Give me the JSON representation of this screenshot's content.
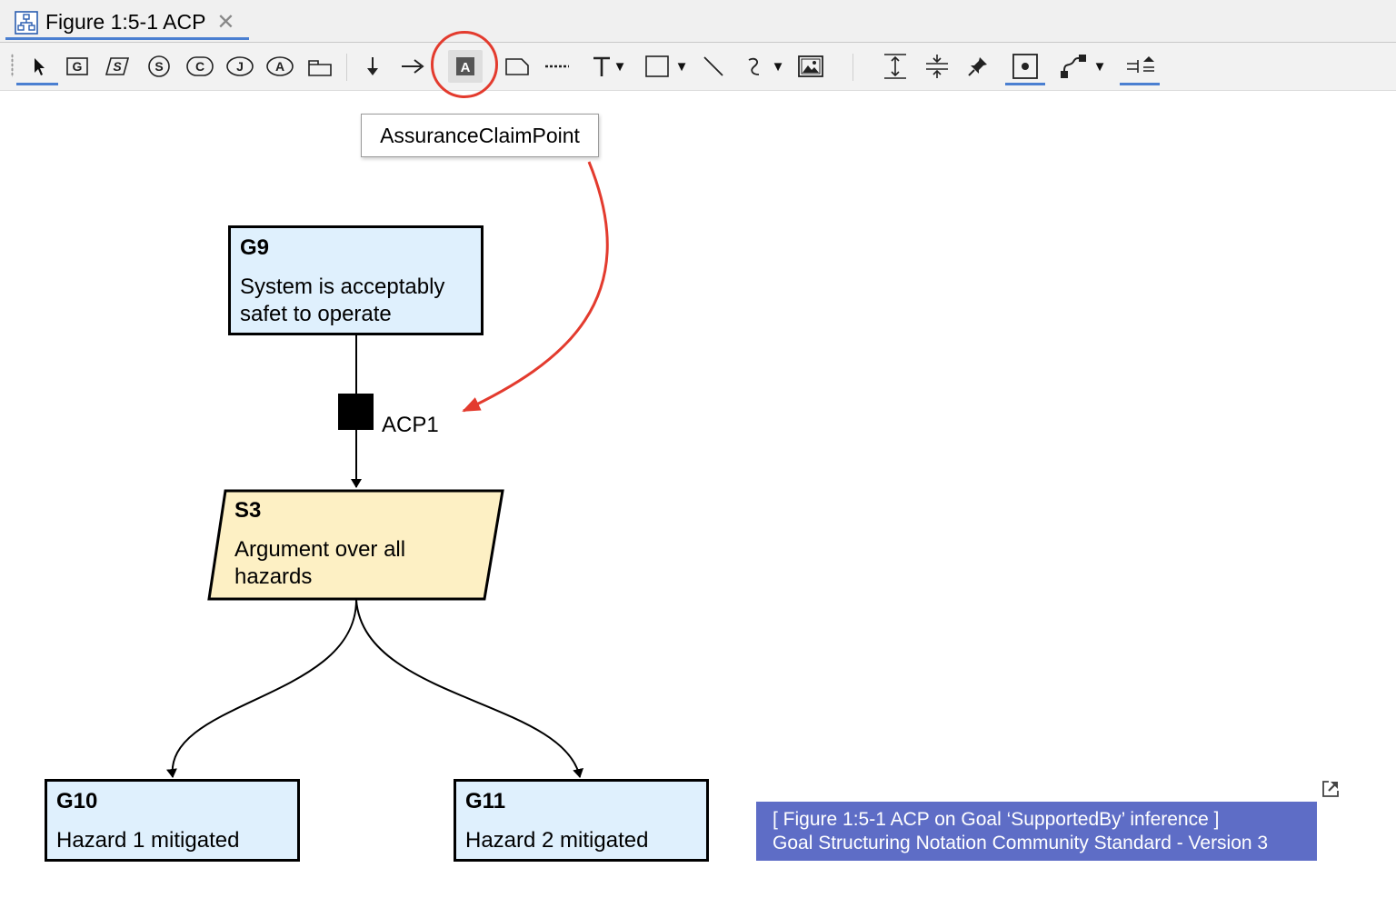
{
  "tab": {
    "title": "Figure 1:5-1 ACP",
    "close_icon": "close-icon",
    "diagram_icon": "diagram-icon"
  },
  "toolbar": {
    "tools": [
      "select-pointer",
      "goal-G",
      "strategy-S",
      "solution-S-circle",
      "context-C",
      "justification-J",
      "assumption-A",
      "module",
      "supported-by-arrow",
      "in-context-of-arrow",
      "assurance-claim-point-A",
      "note",
      "dashed-line",
      "text-T",
      "rectangle",
      "line",
      "curve",
      "image",
      "space-vertical",
      "space-compress",
      "pin",
      "center-box",
      "connector-style",
      "align-layers"
    ],
    "dropdown_glyph": "▼"
  },
  "tooltip": {
    "text": "AssuranceClaimPoint"
  },
  "colors": {
    "goal_fill": "#dff0fd",
    "strategy_fill": "#fdf0c4",
    "callout_red": "#e33b2e",
    "caption_bg": "#5e6dc6",
    "accent": "#4a7fd1"
  },
  "diagram": {
    "g9": {
      "id": "G9",
      "lines": [
        "System is acceptably",
        "safet to operate"
      ]
    },
    "acp": {
      "label": "ACP1"
    },
    "s3": {
      "id": "S3",
      "lines": [
        "Argument over all",
        "hazards"
      ]
    },
    "g10": {
      "id": "G10",
      "text": "Hazard 1 mitigated"
    },
    "g11": {
      "id": "G11",
      "text": "Hazard 2 mitigated"
    }
  },
  "caption": {
    "line1": "[ Figure 1:5-1 ACP on Goal ‘SupportedBy’ inference ]",
    "line2": "Goal Structuring Notation Community Standard - Version 3"
  }
}
